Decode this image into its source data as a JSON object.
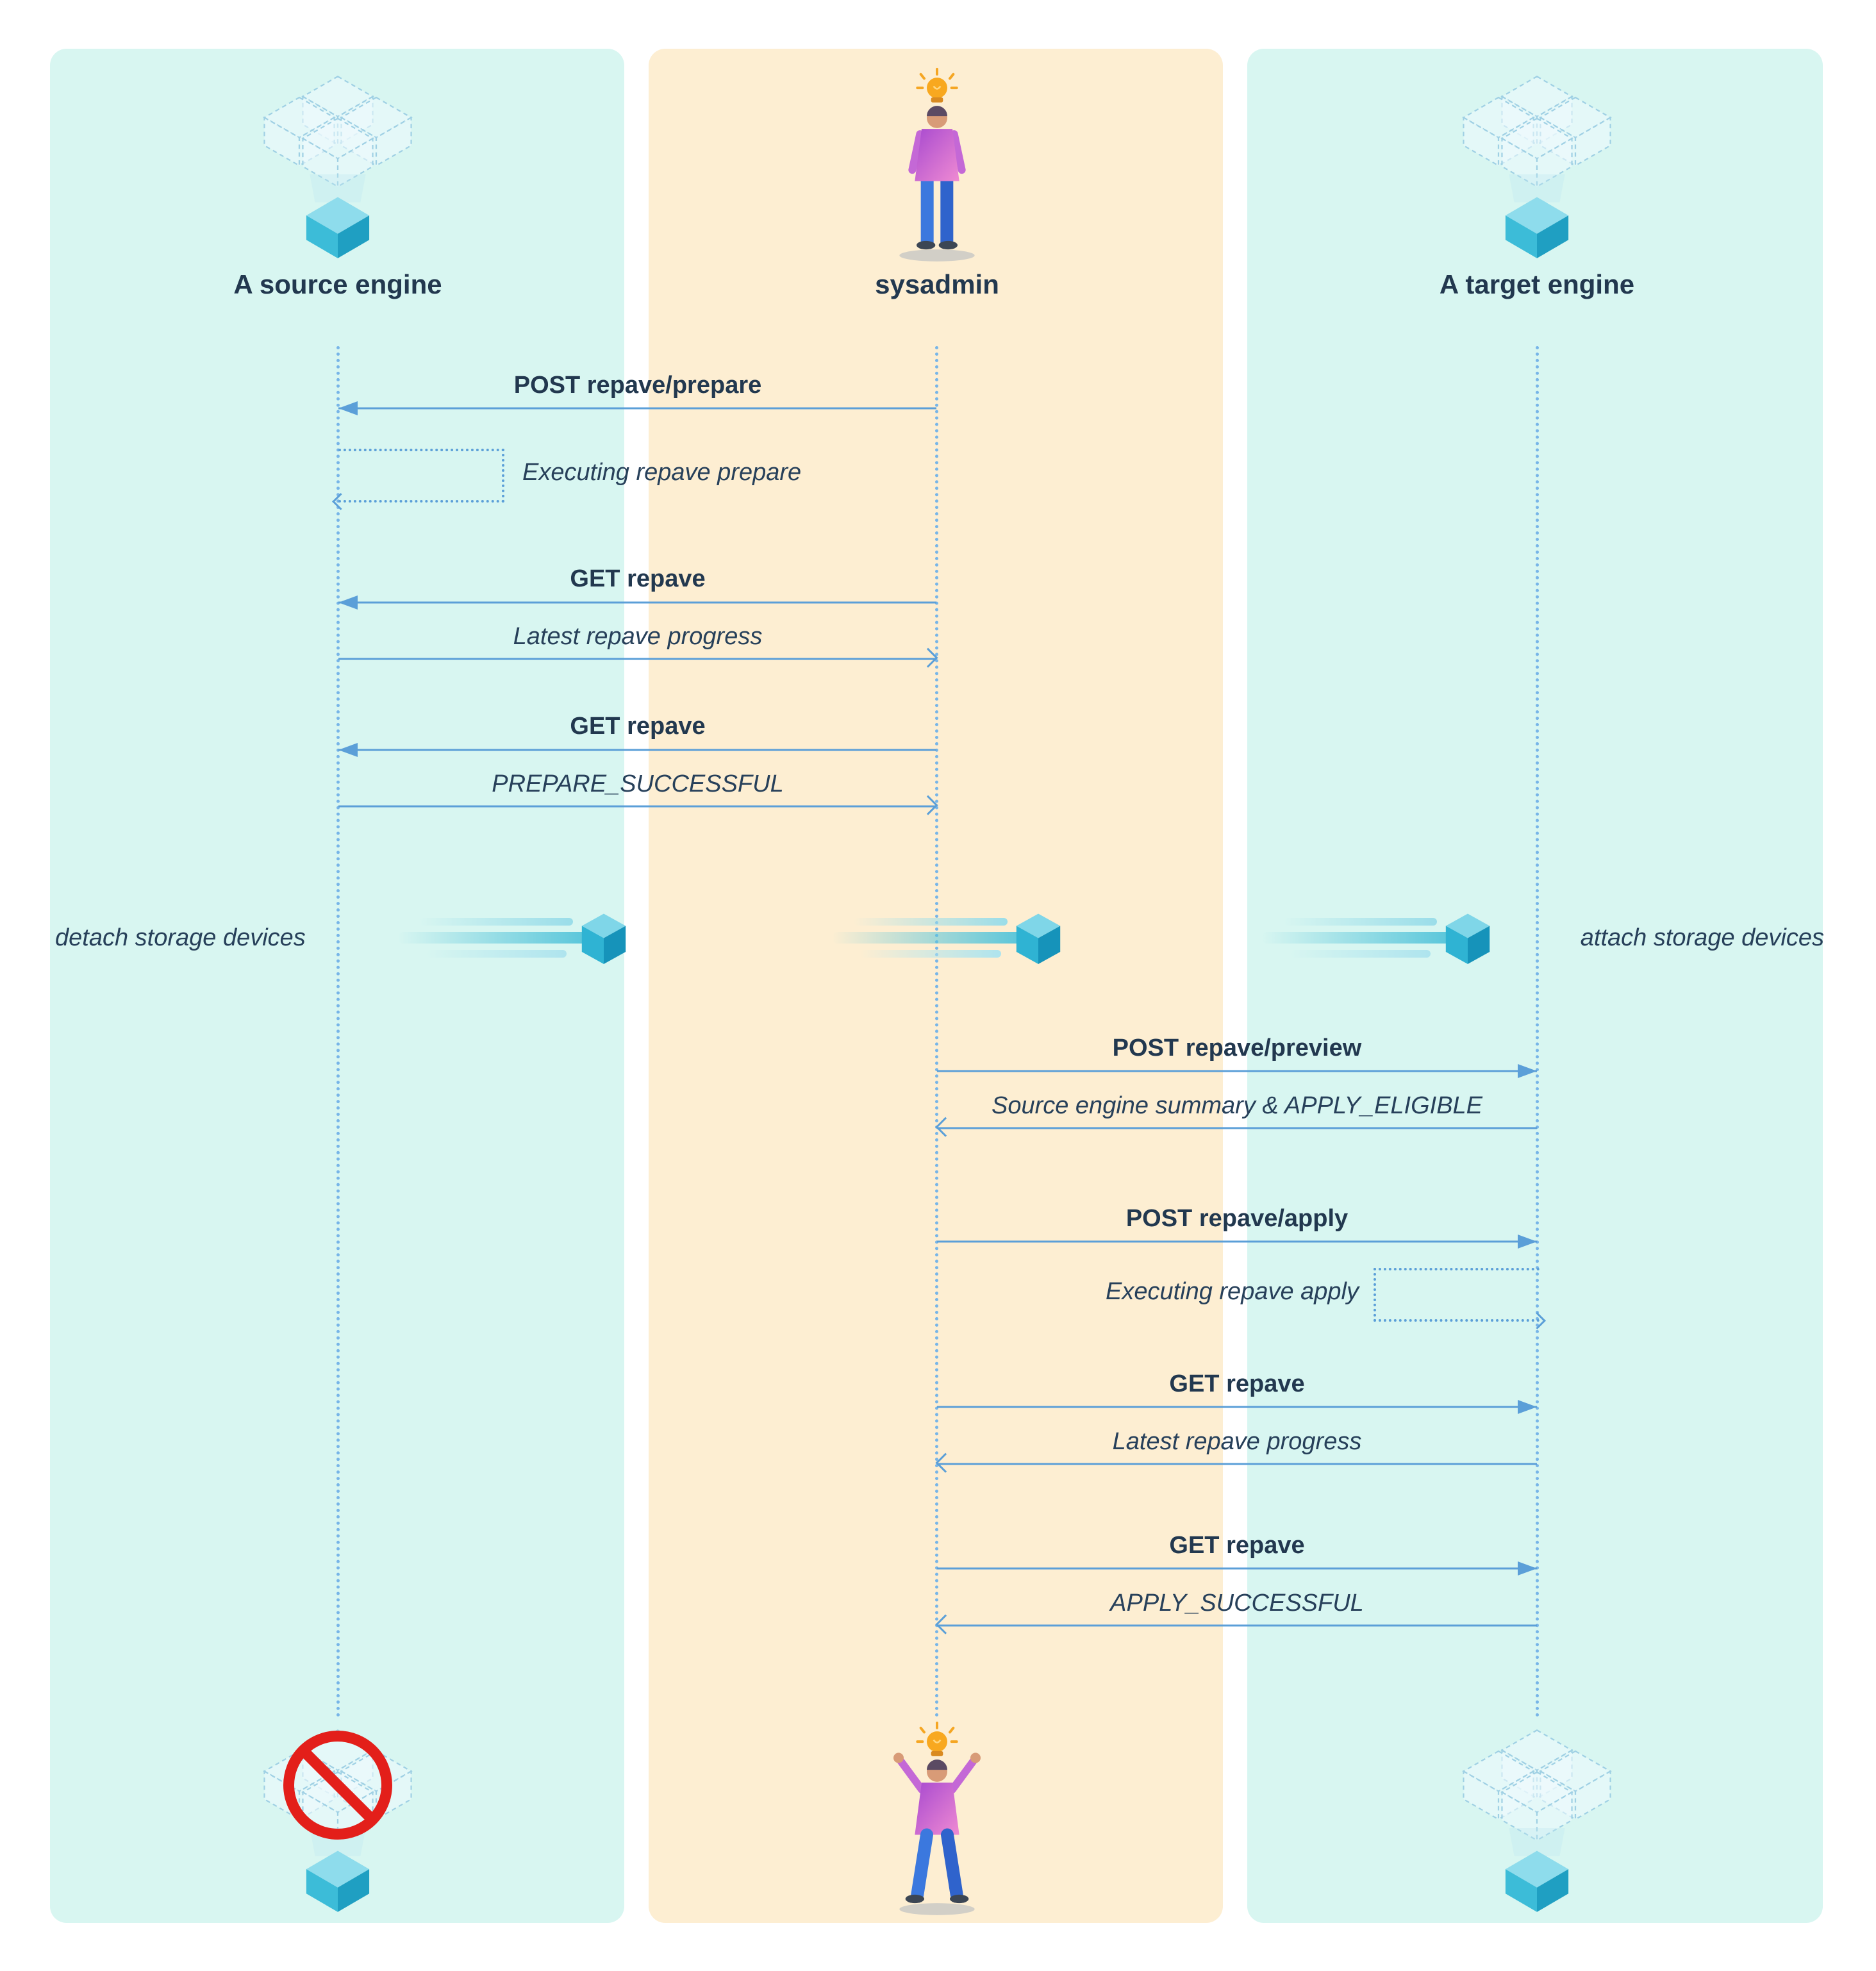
{
  "actors": {
    "source": {
      "label": "A source engine"
    },
    "sysadmin": {
      "label": "sysadmin"
    },
    "target": {
      "label": "A target engine"
    }
  },
  "messages": [
    {
      "label": "POST repave/prepare",
      "from": "sysadmin",
      "to": "source",
      "kind": "request"
    },
    {
      "label": "Executing repave prepare",
      "from": "source",
      "to": "source",
      "kind": "self"
    },
    {
      "label": "GET repave",
      "from": "sysadmin",
      "to": "source",
      "kind": "request"
    },
    {
      "label": "Latest repave progress",
      "from": "source",
      "to": "sysadmin",
      "kind": "response"
    },
    {
      "label": "GET repave",
      "from": "sysadmin",
      "to": "source",
      "kind": "request"
    },
    {
      "label": "PREPARE_SUCCESSFUL",
      "from": "source",
      "to": "sysadmin",
      "kind": "response"
    },
    {
      "label": "POST repave/preview",
      "from": "sysadmin",
      "to": "target",
      "kind": "request"
    },
    {
      "label": "Source engine summary & APPLY_ELIGIBLE",
      "from": "target",
      "to": "sysadmin",
      "kind": "response"
    },
    {
      "label": "POST repave/apply",
      "from": "sysadmin",
      "to": "target",
      "kind": "request"
    },
    {
      "label": "Executing repave apply",
      "from": "target",
      "to": "target",
      "kind": "self"
    },
    {
      "label": "GET repave",
      "from": "sysadmin",
      "to": "target",
      "kind": "request"
    },
    {
      "label": "Latest repave progress",
      "from": "target",
      "to": "sysadmin",
      "kind": "response"
    },
    {
      "label": "GET repave",
      "from": "sysadmin",
      "to": "target",
      "kind": "request"
    },
    {
      "label": "APPLY_SUCCESSFUL",
      "from": "target",
      "to": "sysadmin",
      "kind": "response"
    }
  ],
  "annotations": {
    "detach": "detach storage devices",
    "attach": "attach storage devices"
  },
  "icons": {
    "source_engine": "isometric-cube-cluster-icon",
    "sysadmin": "person-with-idea-lightbulb-icon",
    "target_engine": "isometric-cube-cluster-icon",
    "storage": "flying-cube-with-motion-streaks-icon",
    "decommissioned": "red-prohibition-icon"
  },
  "colors": {
    "lane_teal": "#d8f6f1",
    "lane_peach": "#fdeed2",
    "arrow_blue": "#5b9fd8",
    "lifeline_blue": "#77b5e8",
    "text_dark": "#22384f",
    "cube_teal": "#2fb3d3",
    "prohibit_red": "#e31f1a"
  }
}
